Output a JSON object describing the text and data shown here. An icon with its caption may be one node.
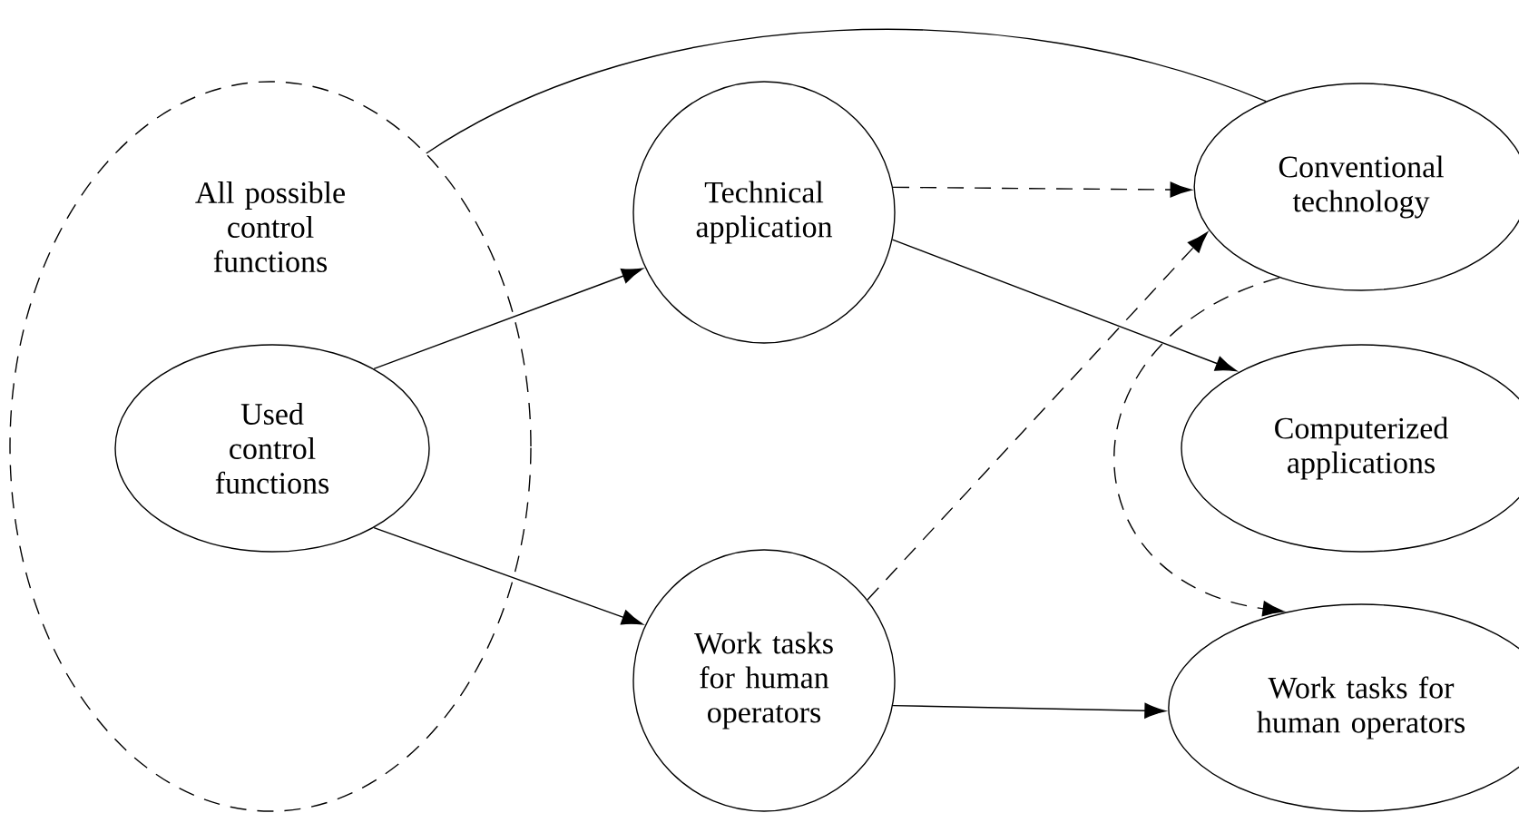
{
  "diagram": {
    "nodes": [
      {
        "text": [
          "All possible control functions"
        ]
      },
      {
        "text": [
          "Used control functions"
        ],
        "in": 0
      },
      {
        "text": [
          "Technical application"
        ]
      },
      {
        "text": [
          "Work tasks for human operators"
        ]
      },
      {
        "text": [
          "Conventional technology"
        ]
      },
      {
        "text": [
          "Computerized applications"
        ]
      },
      {
        "text": [
          "Work tasks for human operators"
        ]
      }
    ],
    "edges": [
      {
        "from": 0,
        "to": 4,
        "arrow": "none"
      },
      {
        "from": 1,
        "to": 2,
        "arrow": "to"
      },
      {
        "from": 1,
        "to": 3,
        "arrow": "to"
      },
      {
        "from": 2,
        "to": 4,
        "arrow": "to",
        "style": "dashed"
      },
      {
        "from": 2,
        "to": 5,
        "arrow": "to"
      },
      {
        "from": 3,
        "to": 4,
        "arrow": "to",
        "style": "dashed"
      },
      {
        "from": 3,
        "to": 6,
        "arrow": "to"
      },
      {
        "from": 4,
        "to": 6,
        "arrow": "to",
        "style": "dashed"
      }
    ]
  }
}
